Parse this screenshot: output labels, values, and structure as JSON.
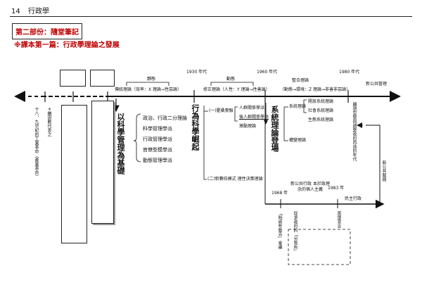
{
  "header": {
    "page_number": "14",
    "title": "行政學"
  },
  "section_label": "第二部份：隨堂筆記",
  "chapter_title": "※課本第一篇：行政學理論之發展",
  "era_labels": {
    "static": "靜態",
    "dynamic": "動態",
    "integrated": "整合理論",
    "y1930": "1930 年代",
    "y1960": "1960 年代",
    "y1980": "1980 年代",
    "y1968": "1968 年",
    "y1983": "1983 年"
  },
  "timeline": {
    "traditional": "傳統理論（效率：X 理論→性惡論）",
    "behavioral": "修正理論（人性：Y 理論→性善論）",
    "systems": "（動態→環境：Z 理論→非善非惡論）",
    "npm": "新公共管理"
  },
  "left_column": {
    "era": "十八、九世紀的工業革命（產業革命）",
    "marker": "＊繼因數代表之"
  },
  "scientific": {
    "heading": "以科學管理為基礎",
    "items": [
      "政治、行政二分理論",
      "科學管理學派",
      "行政管理學派",
      "官僚型模學派",
      "動態管理學派"
    ]
  },
  "behavioral_block": {
    "heading": "行為科學崛起",
    "branch1": "(一)霍桑實驗",
    "branch1_items": [
      "人群關係學派",
      "後人群關係學派",
      "激勵理論"
    ],
    "branch2": "(二)新賽伯模式 理性決策理論"
  },
  "systems_block": {
    "heading": "系統理論登場",
    "sub1": "系統理論",
    "sub1_items": [
      "開放系統理論",
      "社會系統理論",
      "生態系統理論"
    ],
    "sub2": "權變理論"
  },
  "npm_side": "新公共服務",
  "reinvention": "顯現型態與調整政府再造的年代",
  "bottom": {
    "npa_box": "新公共行政 本於政理念的個人主義",
    "democratic": "民主行政",
    "minnowbrook": "「明諾布魯克」會議",
    "blacksburg": "黑堡宣言",
    "refound": "從求政府的「另角色」"
  }
}
